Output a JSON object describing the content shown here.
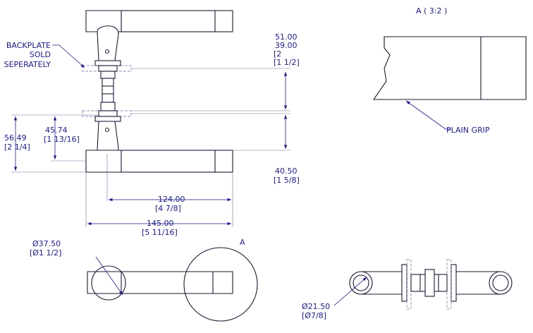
{
  "detail_view": {
    "title": "A ( 3:2 )",
    "callout": "PLAIN GRIP"
  },
  "section_marker": "A",
  "backplate_note": [
    "BACKPLATE",
    "SOLD",
    "SEPERATELY"
  ],
  "dimensions": {
    "backplate_height": [
      "51.00",
      "39.00",
      "[2",
      "[1 1/2]"
    ],
    "rose_to_top": [
      "56.49",
      "[2 1/4]"
    ],
    "rose_to_axis": [
      "45.74",
      "[1 13/16]"
    ],
    "lever_height": [
      "40.50",
      "[1 5/8]"
    ],
    "lever_length": [
      "124.00",
      "[4 7/8]"
    ],
    "overall_length": [
      "145.00",
      "[5 11/16]"
    ],
    "rose_diameter": [
      "Ø37.50",
      "[Ø1 1/2]"
    ],
    "spindle_diameter": [
      "Ø21.50",
      "[Ø7/8]"
    ]
  }
}
